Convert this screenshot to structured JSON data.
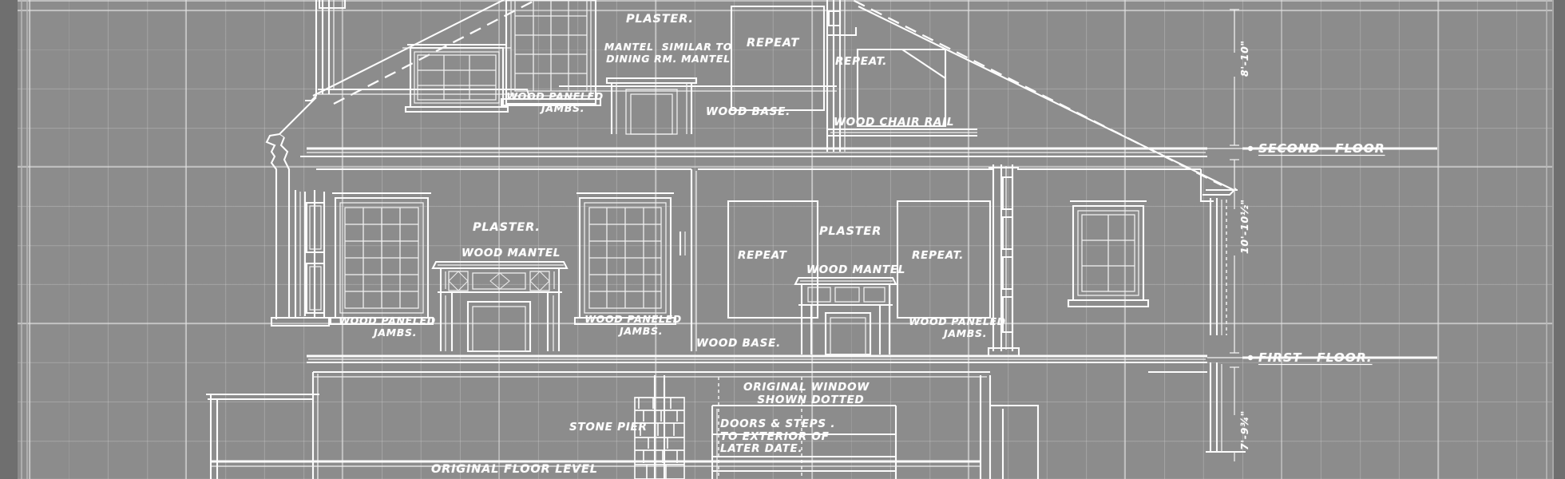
{
  "document": {
    "kind": "architectural-blueprint",
    "subject": "building-interior-section-elevation",
    "background_color": "#8c8c8c",
    "ink_color": "#fdfdfd",
    "grid_color": "#d7d7d7"
  },
  "annotations": {
    "plaster_upper": "PLASTER.",
    "mantel_similar": "MANTEL  SIMILAR TO\nDINING RM. MANTEL",
    "repeat_upper_1": "REPEAT",
    "repeat_upper_2": "REPEAT.",
    "wood_paneled_jambs_upper": "WOOD PANELED\n    JAMBS.",
    "wood_base_upper": "WOOD BASE.",
    "wood_chair_rail": "WOOD CHAIR RAIL",
    "plaster_mid_left": "PLASTER.",
    "wood_mantel_left": "WOOD MANTEL",
    "wood_paneled_jambs_mid_1": "WOOD PANELED\n    JAMBS.",
    "wood_paneled_jambs_mid_2": "WOOD PANELED\n    JAMBS.",
    "wood_paneled_jambs_mid_3": "WOOD PANELED\n    JAMBS.",
    "repeat_mid_1": "REPEAT",
    "repeat_mid_2": "REPEAT.",
    "plaster_mid_right": "PLASTER",
    "wood_mantel_right": "WOOD MANTEL",
    "wood_base_mid": "WOOD BASE.",
    "stone_pier": "STONE PIER",
    "original_window": "ORIGINAL WINDOW\n  SHOWN DOTTED",
    "doors_steps": "DOORS & STEPS .\nTO EXTERIOR OF\nLATER DATE.",
    "original_floor_level": "ORIGINAL FLOOR LEVEL"
  },
  "floor_lines": {
    "second_floor": "SECOND   FLOOR",
    "first_floor": "FIRST   FLOOR."
  },
  "dimensions": {
    "upper_story_height": "8'-10\"",
    "main_story_height": "10'-10½\"",
    "basement_height": "7'-9¾\""
  }
}
